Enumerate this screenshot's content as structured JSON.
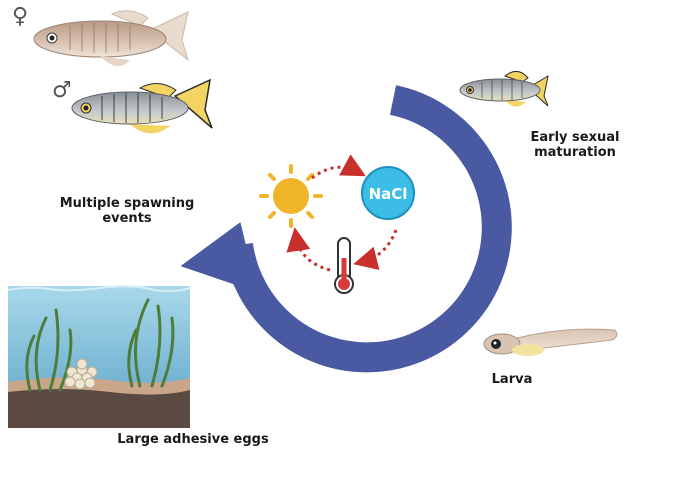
{
  "labels": {
    "spawning": [
      "Multiple spawning",
      "events"
    ],
    "maturation": [
      "Early sexual",
      "maturation"
    ],
    "larva": "Larva",
    "eggs": "Large adhesive eggs",
    "nacl": "NaCl"
  },
  "symbols": {
    "female": "♀",
    "male": "♂"
  },
  "icons": [
    "sun-icon",
    "thermometer-icon",
    "nacl-icon",
    "cycle-arrow-icon",
    "fish-icon",
    "larva-icon",
    "aquatic-plant-icon"
  ],
  "colors": {
    "cycle": "#4a5aa2",
    "sun": "#f0b429",
    "nacl": "#3bbde8",
    "dotted_arrow": "#c9302c",
    "water_top": "#8ec8e0",
    "water_bottom": "#5aa3c8",
    "sediment": "#5a4a42",
    "plant": "#4e7d3a"
  }
}
